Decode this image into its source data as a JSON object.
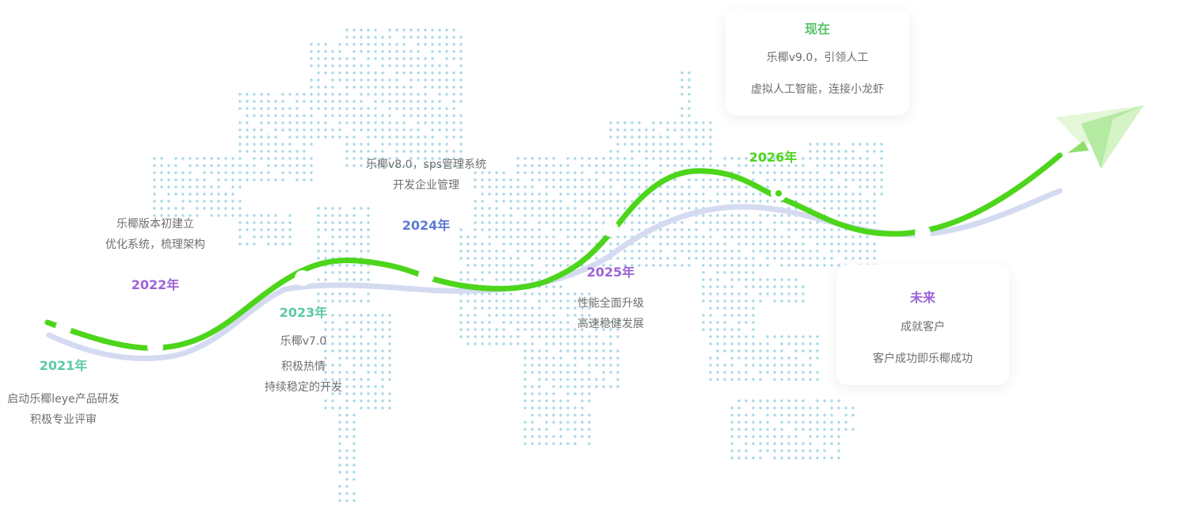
{
  "colors": {
    "green": "#4dd51b",
    "shadow": "#d4dbf1",
    "dots": "#a9d8e6",
    "teal": "#5cc9a7",
    "purple": "#9d64d6",
    "blue": "#5b7bd5",
    "card_green": "#58c26b"
  },
  "milestones": [
    {
      "year": "2021年",
      "lines": [
        "启动乐椰leye产品研发",
        "积极专业评审"
      ]
    },
    {
      "year": "2022年",
      "lines": [
        "乐椰版本初建立",
        "优化系统，梳理架构"
      ]
    },
    {
      "year": "2023年",
      "lines": [
        "乐椰v7.0",
        "积极热情",
        "持续稳定的开发"
      ]
    },
    {
      "year": "2024年",
      "lines": [
        "乐椰v8.0，sps管理系统",
        "开发企业管理"
      ]
    },
    {
      "year": "2025年",
      "lines": [
        "性能全面升级",
        "高速稳健发展"
      ]
    },
    {
      "year": "2026年"
    }
  ],
  "now_card": {
    "title": "现在",
    "lines": [
      "乐椰v9.0，引领人工",
      "虚拟人工智能，连接小龙虾"
    ]
  },
  "future_card": {
    "title": "未来",
    "lines": [
      "成就客户",
      "客户成功即乐椰成功"
    ]
  },
  "icons": {
    "plane": "paper-plane-icon",
    "map": "world-map-dots"
  }
}
